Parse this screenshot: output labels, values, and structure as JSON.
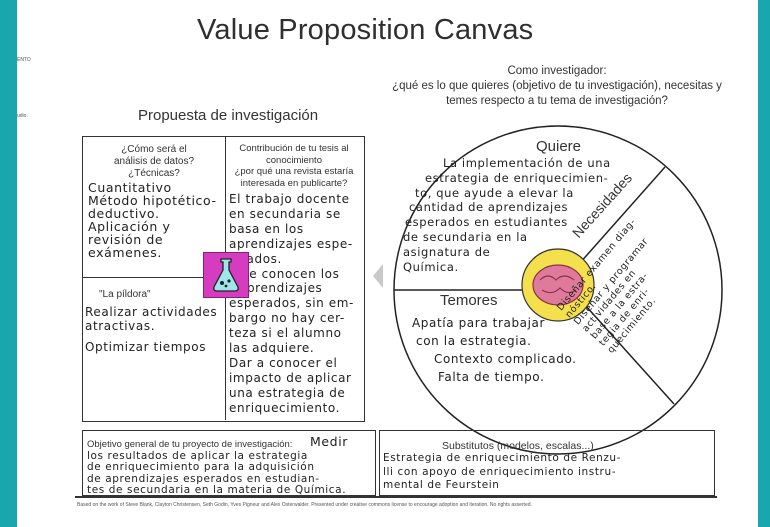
{
  "title": "Value Proposition Canvas",
  "edge_fragments": {
    "a": "ENTO",
    "b": "udio."
  },
  "left_heading": "Propuesta de investigación",
  "right_heading": {
    "line1": "Como investigador:",
    "line2": "¿qué es lo que quieres (objetivo de tu investigación), necesitas y",
    "line3": "temes respecto a tu tema de investigación?"
  },
  "analysis_box": {
    "q1": "¿Cómo será el",
    "q2": "análisis de datos?",
    "q3": "¿Técnicas?",
    "answer": [
      "Cuantitativo",
      "Método hipotético-",
      "deductivo.",
      "Aplicación y",
      "revisión de",
      "exámenes."
    ]
  },
  "contribution_box": {
    "q1": "Contribución de tu tesis al",
    "q2": "conocimiento",
    "q3": "¿por qué una revista estaría",
    "q4": "interesada en publicarte?",
    "answer": [
      "El trabajo docente",
      "en secundaria se",
      "basa en los",
      "aprendizajes espe-",
      "rados.",
      "Se conocen los",
      "aprendizajes",
      "esperados, sin em-",
      "bargo no hay cer-",
      "teza si el alumno",
      "las adquiere.",
      "Dar a conocer el",
      "impacto de aplicar",
      "una estrategia de",
      "enriquecimiento."
    ]
  },
  "pill_box": {
    "label": "\"La píldora\"",
    "answer": [
      "Realizar actividades",
      "atractivas.",
      "Optimizar tiempos"
    ]
  },
  "quiere": {
    "label": "Quiere",
    "answer": [
      "La implementación de una",
      "estrategia de enriquecimien-",
      "to, que ayude a elevar la",
      "cantidad de aprendizajes",
      "esperados en estudiantes",
      "de secundaria en la",
      "asignatura de",
      "Química."
    ]
  },
  "necesidades": {
    "label": "Necesidades",
    "answer": [
      "Diseñar examen diag-",
      "nóstico.",
      "Diseñar y programar",
      "actividades en",
      "base a la estra-",
      "tegia de enri-",
      "quecimiento."
    ]
  },
  "temores": {
    "label": "Temores",
    "answer": [
      "Apatía para trabajar",
      "con la estrategia.",
      "Contexto complicado.",
      "Falta de tiempo."
    ]
  },
  "objective": {
    "label": "Objetivo general de tu proyecto de investigación:",
    "answer_first": "Medir",
    "answer": [
      "los resultados de aplicar la estrategia",
      "de enriquecimiento para la adquisición",
      "de aprendizajes esperados en estudian-",
      "tes de secundaria en la materia de Química."
    ]
  },
  "substitutes": {
    "label": "Substitutos (modelos, escalas...)",
    "answer": [
      "Estrategia de enriquecimiento de Renzu-",
      "lli con apoyo de enriquecimiento instru-",
      "mental de Feurstein"
    ]
  },
  "footer": "Based on the work of Steve Blank, Clayton Christensen, Seth Godin, Yves Pigneur and Alex Osterwalder. Presented under creative commons license to encourage adoption and iteration. No rights asserted.",
  "colors": {
    "frame": "#1aa6ad",
    "pill_icon": "#d63cc0",
    "brain_circle": "#f4e04d",
    "brain": "#e07a9a"
  }
}
